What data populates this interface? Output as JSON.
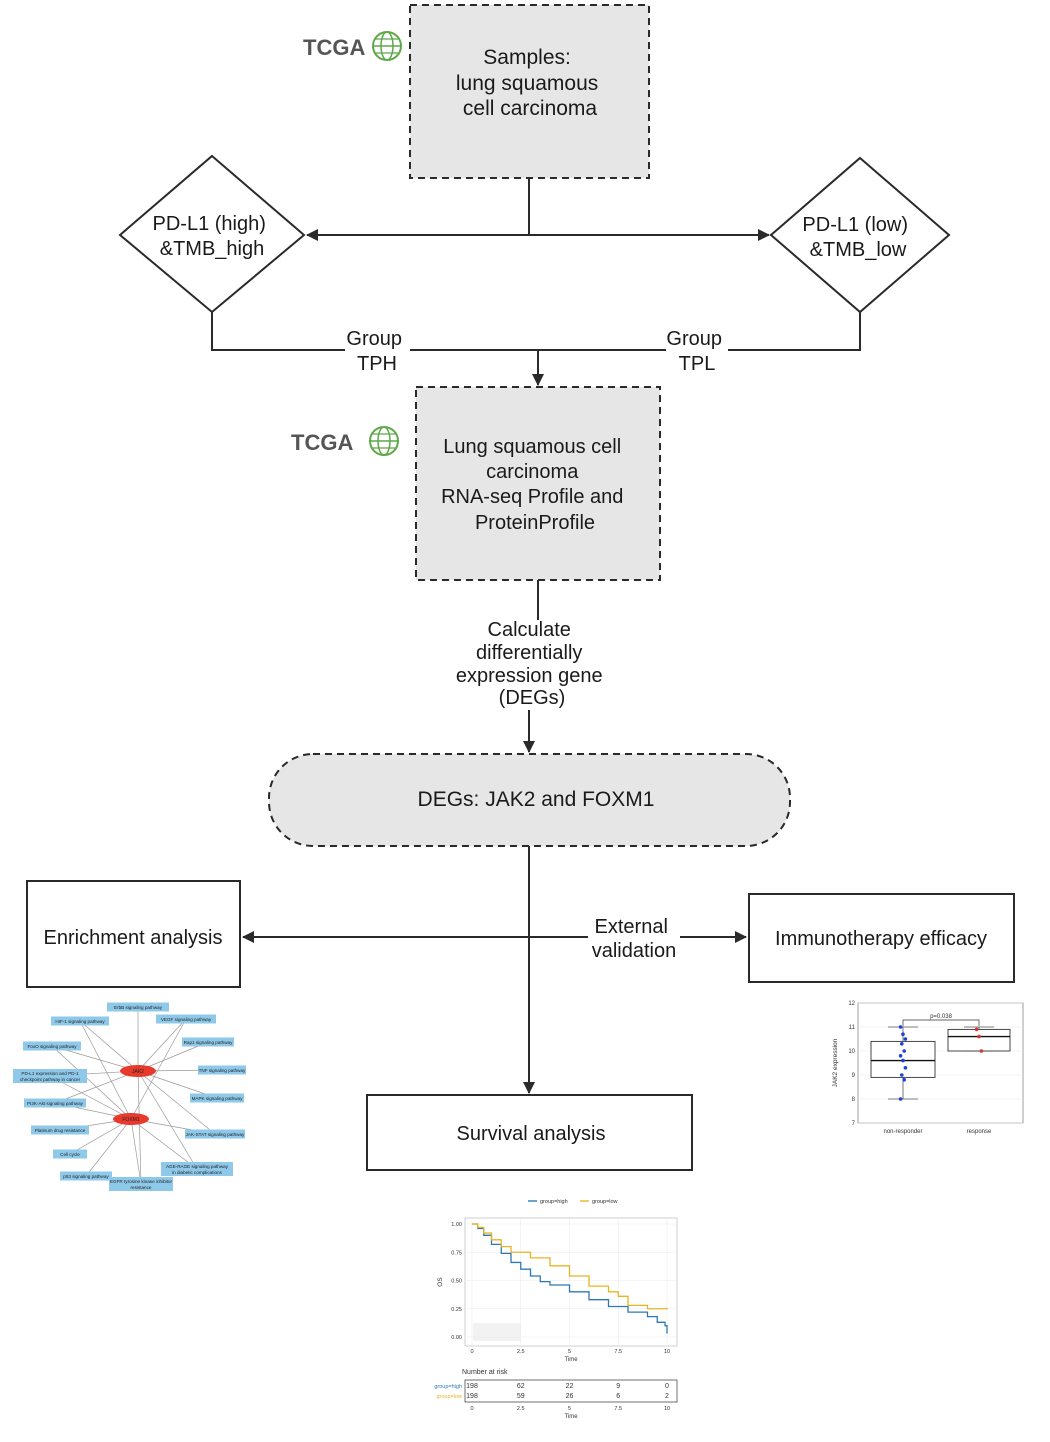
{
  "logos": {
    "tcga_top": "TCGA",
    "tcga_mid": "TCGA",
    "logo_icon": "tcga-globe-icon"
  },
  "nodes": {
    "samples": [
      "Samples:",
      "lung squamous",
      "cell carcinoma"
    ],
    "high": [
      "PD-L1 (high)",
      "&TMB_high"
    ],
    "low": [
      "PD-L1 (low)",
      "&TMB_low"
    ],
    "group_tph": [
      "Group",
      "TPH"
    ],
    "group_tpl": [
      "Group",
      "TPL"
    ],
    "profile": [
      "Lung squamous cell",
      "carcinoma",
      "RNA-seq Profile and",
      "ProteinProfile"
    ],
    "calc": [
      "Calculate",
      "differentially",
      "expression gene",
      "(DEGs)"
    ],
    "degs": "DEGs: JAK2 and FOXM1",
    "enrichment": "Enrichment analysis",
    "external": [
      "External",
      "validation"
    ],
    "immuno": "Immunotherapy efficacy",
    "survival": "Survival analysis"
  },
  "colors": {
    "box_fill": "#e6e6e6",
    "node_red": "#e8392d",
    "pathway_blue": "#8ec9ea",
    "km_high": "#2e79b5",
    "km_low": "#e8b424",
    "dot_blue": "#1f3fd6",
    "dot_red": "#d9362b",
    "logo_green": "#5ea84a"
  },
  "network": {
    "hubs": [
      "JAK2",
      "FOXM1"
    ],
    "pathways": [
      "ErbB signaling pathway",
      "HIF-1 signaling pathway",
      "VEGF signaling pathway",
      "FoxO signaling pathway",
      "Rap1 signaling pathway",
      "PD-L1 expression and PD-1",
      "checkpoint pathway in cancer",
      "TNF signaling pathway",
      "PI3K-Akt signaling pathway",
      "MAPK signaling pathway",
      "Platinum drug resistance",
      "JAK-STAT signaling pathway",
      "Cell cycle",
      "AGE-RAGE signaling pathway",
      "in diabetic complications",
      "p53 signaling pathway",
      "EGFR tyrosine kinase inhibitor",
      "resistance"
    ]
  },
  "chart_data": [
    {
      "type": "box",
      "title": "",
      "ylabel": "JAK2 expression",
      "categories": [
        "non-responder",
        "response"
      ],
      "ylim": [
        7,
        12
      ],
      "yticks": [
        "7",
        "8",
        "9",
        "10",
        "11",
        "12"
      ],
      "annotation": "p=0.038",
      "boxes": [
        {
          "category": "non-responder",
          "min": 8.0,
          "q1": 8.9,
          "median": 9.6,
          "q3": 10.4,
          "max": 11.0
        },
        {
          "category": "response",
          "min": 10.0,
          "q1": 10.0,
          "median": 10.6,
          "q3": 10.9,
          "max": 11.0
        }
      ],
      "points": [
        {
          "category": "non-responder",
          "values": [
            11.0,
            10.7,
            10.5,
            10.3,
            10.0,
            9.8,
            9.6,
            9.3,
            9.0,
            8.8,
            8.0
          ]
        },
        {
          "category": "response",
          "values": [
            10.9,
            10.6,
            10.0
          ]
        }
      ]
    },
    {
      "type": "line",
      "title": "",
      "xlabel": "Time",
      "ylabel": "OS",
      "xlim": [
        0,
        10
      ],
      "ylim": [
        0,
        1
      ],
      "xticks": [
        "0",
        "2.5",
        "5",
        "7.5",
        "10"
      ],
      "yticks": [
        "0.00",
        "0.25",
        "0.50",
        "0.75",
        "1.00"
      ],
      "legend": [
        "group=high",
        "group=low"
      ],
      "series": [
        {
          "name": "group=high",
          "x": [
            0,
            0.3,
            0.6,
            1.0,
            1.5,
            2.0,
            2.5,
            3.0,
            3.5,
            4.0,
            5.0,
            6.0,
            7.0,
            8.0,
            9.0,
            9.5,
            9.9,
            10.0
          ],
          "y": [
            1.0,
            0.96,
            0.9,
            0.82,
            0.74,
            0.66,
            0.6,
            0.54,
            0.49,
            0.46,
            0.4,
            0.33,
            0.27,
            0.22,
            0.18,
            0.13,
            0.1,
            0.03
          ]
        },
        {
          "name": "group=low",
          "x": [
            0,
            0.3,
            0.6,
            1.0,
            1.5,
            2.0,
            3.0,
            4.0,
            5.0,
            6.0,
            7.0,
            7.5,
            8.0,
            9.0,
            10.0
          ],
          "y": [
            1.0,
            0.97,
            0.92,
            0.86,
            0.8,
            0.75,
            0.7,
            0.63,
            0.54,
            0.45,
            0.4,
            0.36,
            0.28,
            0.25,
            0.26
          ]
        }
      ],
      "risk_table": {
        "title": "Number at risk",
        "rows": [
          {
            "label": "group=high",
            "values": [
              "198",
              "62",
              "22",
              "9",
              "0"
            ]
          },
          {
            "label": "group=low",
            "values": [
              "198",
              "59",
              "26",
              "6",
              "2"
            ]
          }
        ],
        "xticks": [
          "0",
          "2.5",
          "5",
          "7.5",
          "10"
        ],
        "xlabel": "Time"
      }
    }
  ]
}
